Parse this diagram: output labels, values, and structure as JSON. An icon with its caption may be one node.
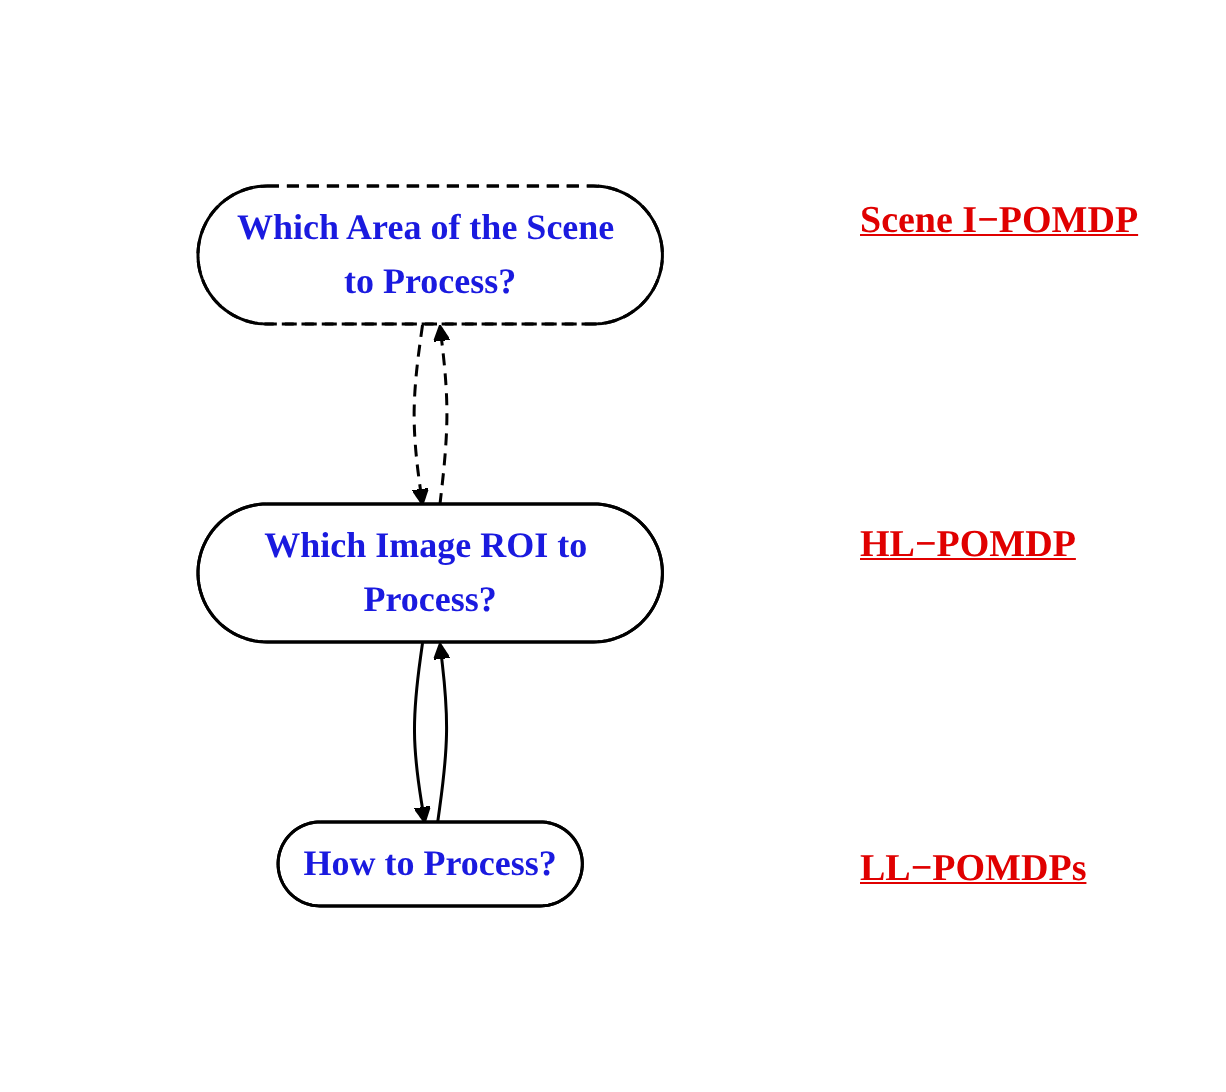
{
  "diagram": {
    "nodes": [
      {
        "text": [
          "Which Area of the Scene to Process?"
        ]
      },
      {
        "text": [
          "Which Image ROI to Process?"
        ]
      },
      {
        "text": [
          "How to Process?"
        ]
      }
    ],
    "edges": [
      {
        "from": 0,
        "to": 1,
        "arrow": "to",
        "style": "dashed"
      },
      {
        "from": 1,
        "to": 0,
        "arrow": "to",
        "style": "dashed"
      },
      {
        "from": 1,
        "to": 2,
        "arrow": "to"
      },
      {
        "from": 2,
        "to": 1,
        "arrow": "to"
      }
    ],
    "labels": [
      "Scene I−POMDP",
      "HL−POMDP",
      "LL−POMDPs"
    ]
  }
}
